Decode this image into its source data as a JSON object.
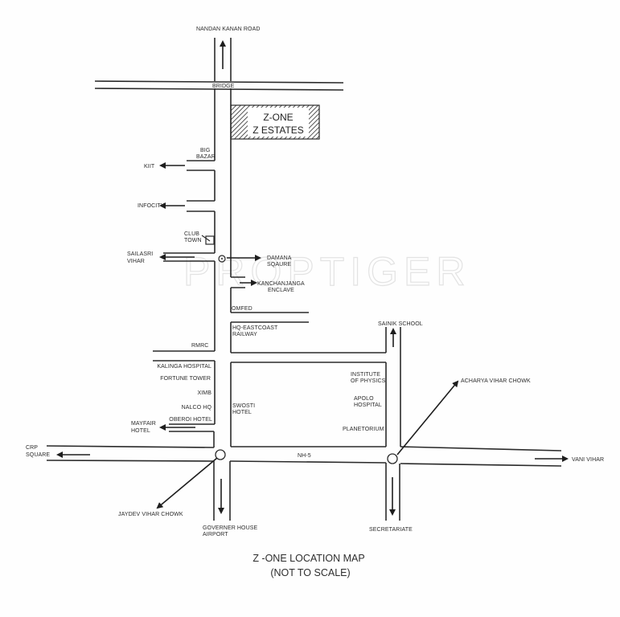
{
  "map": {
    "title": "Z -ONE LOCATION MAP",
    "subtitle": "(NOT TO SCALE)",
    "watermark": "PROPTIGER",
    "project": {
      "line1": "Z-ONE",
      "line2": "Z ESTATES"
    },
    "roads": {
      "north": "NANDAN KANAN ROAD",
      "bridge": "BRIDGE",
      "highway": "NH-5"
    },
    "landmarks": {
      "big_bazar_1": "BIG",
      "big_bazar_2": "BAZAR",
      "kiit": "KIIT",
      "infocity": "INFOCITY",
      "club_town_1": "CLUB",
      "club_town_2": "TOWN",
      "sailasri_1": "SAILASRI",
      "sailasri_2": "VIHAR",
      "damana_1": "DAMANA",
      "damana_2": "SQAURE",
      "kanchanjanga_1": "KANCHANJANGA",
      "kanchanjanga_2": "ENCLAVE",
      "omfed": "OMFED",
      "hq_1": "HQ-EASTCOAST",
      "hq_2": "RAILWAY",
      "rmrc": "RMRC",
      "sainik_school": "SAINIK SCHOOL",
      "kalinga_hospital": "KALINGA HOSPITAL",
      "fortune_tower": "FORTUNE TOWER",
      "ximb": "XIMB",
      "nalco_hq": "NALCO HQ",
      "oberoi_hotel": "OBEROI HOTEL",
      "mayfair_1": "MAYFAIR",
      "mayfair_2": "HOTEL",
      "swosti_1": "SWOSTI",
      "swosti_2": "HOTEL",
      "iop_1": "INSTITUTE",
      "iop_2": "OF PHYSICS",
      "apolo_1": "APOLO",
      "apolo_2": "HOSPITAL",
      "planetorium": "PLANETORIUM",
      "acharya_vihar": "ACHARYA VIHAR CHOWK",
      "crp_1": "CRP",
      "crp_2": "SQUARE",
      "vani_vihar": "VANI VIHAR",
      "jaydev_vihar": "JAYDEV VIHAR CHOWK",
      "governer_1": "GOVERNER HOUSE",
      "governer_2": "AIRPORT",
      "secretariate": "SECRETARIATE"
    }
  }
}
